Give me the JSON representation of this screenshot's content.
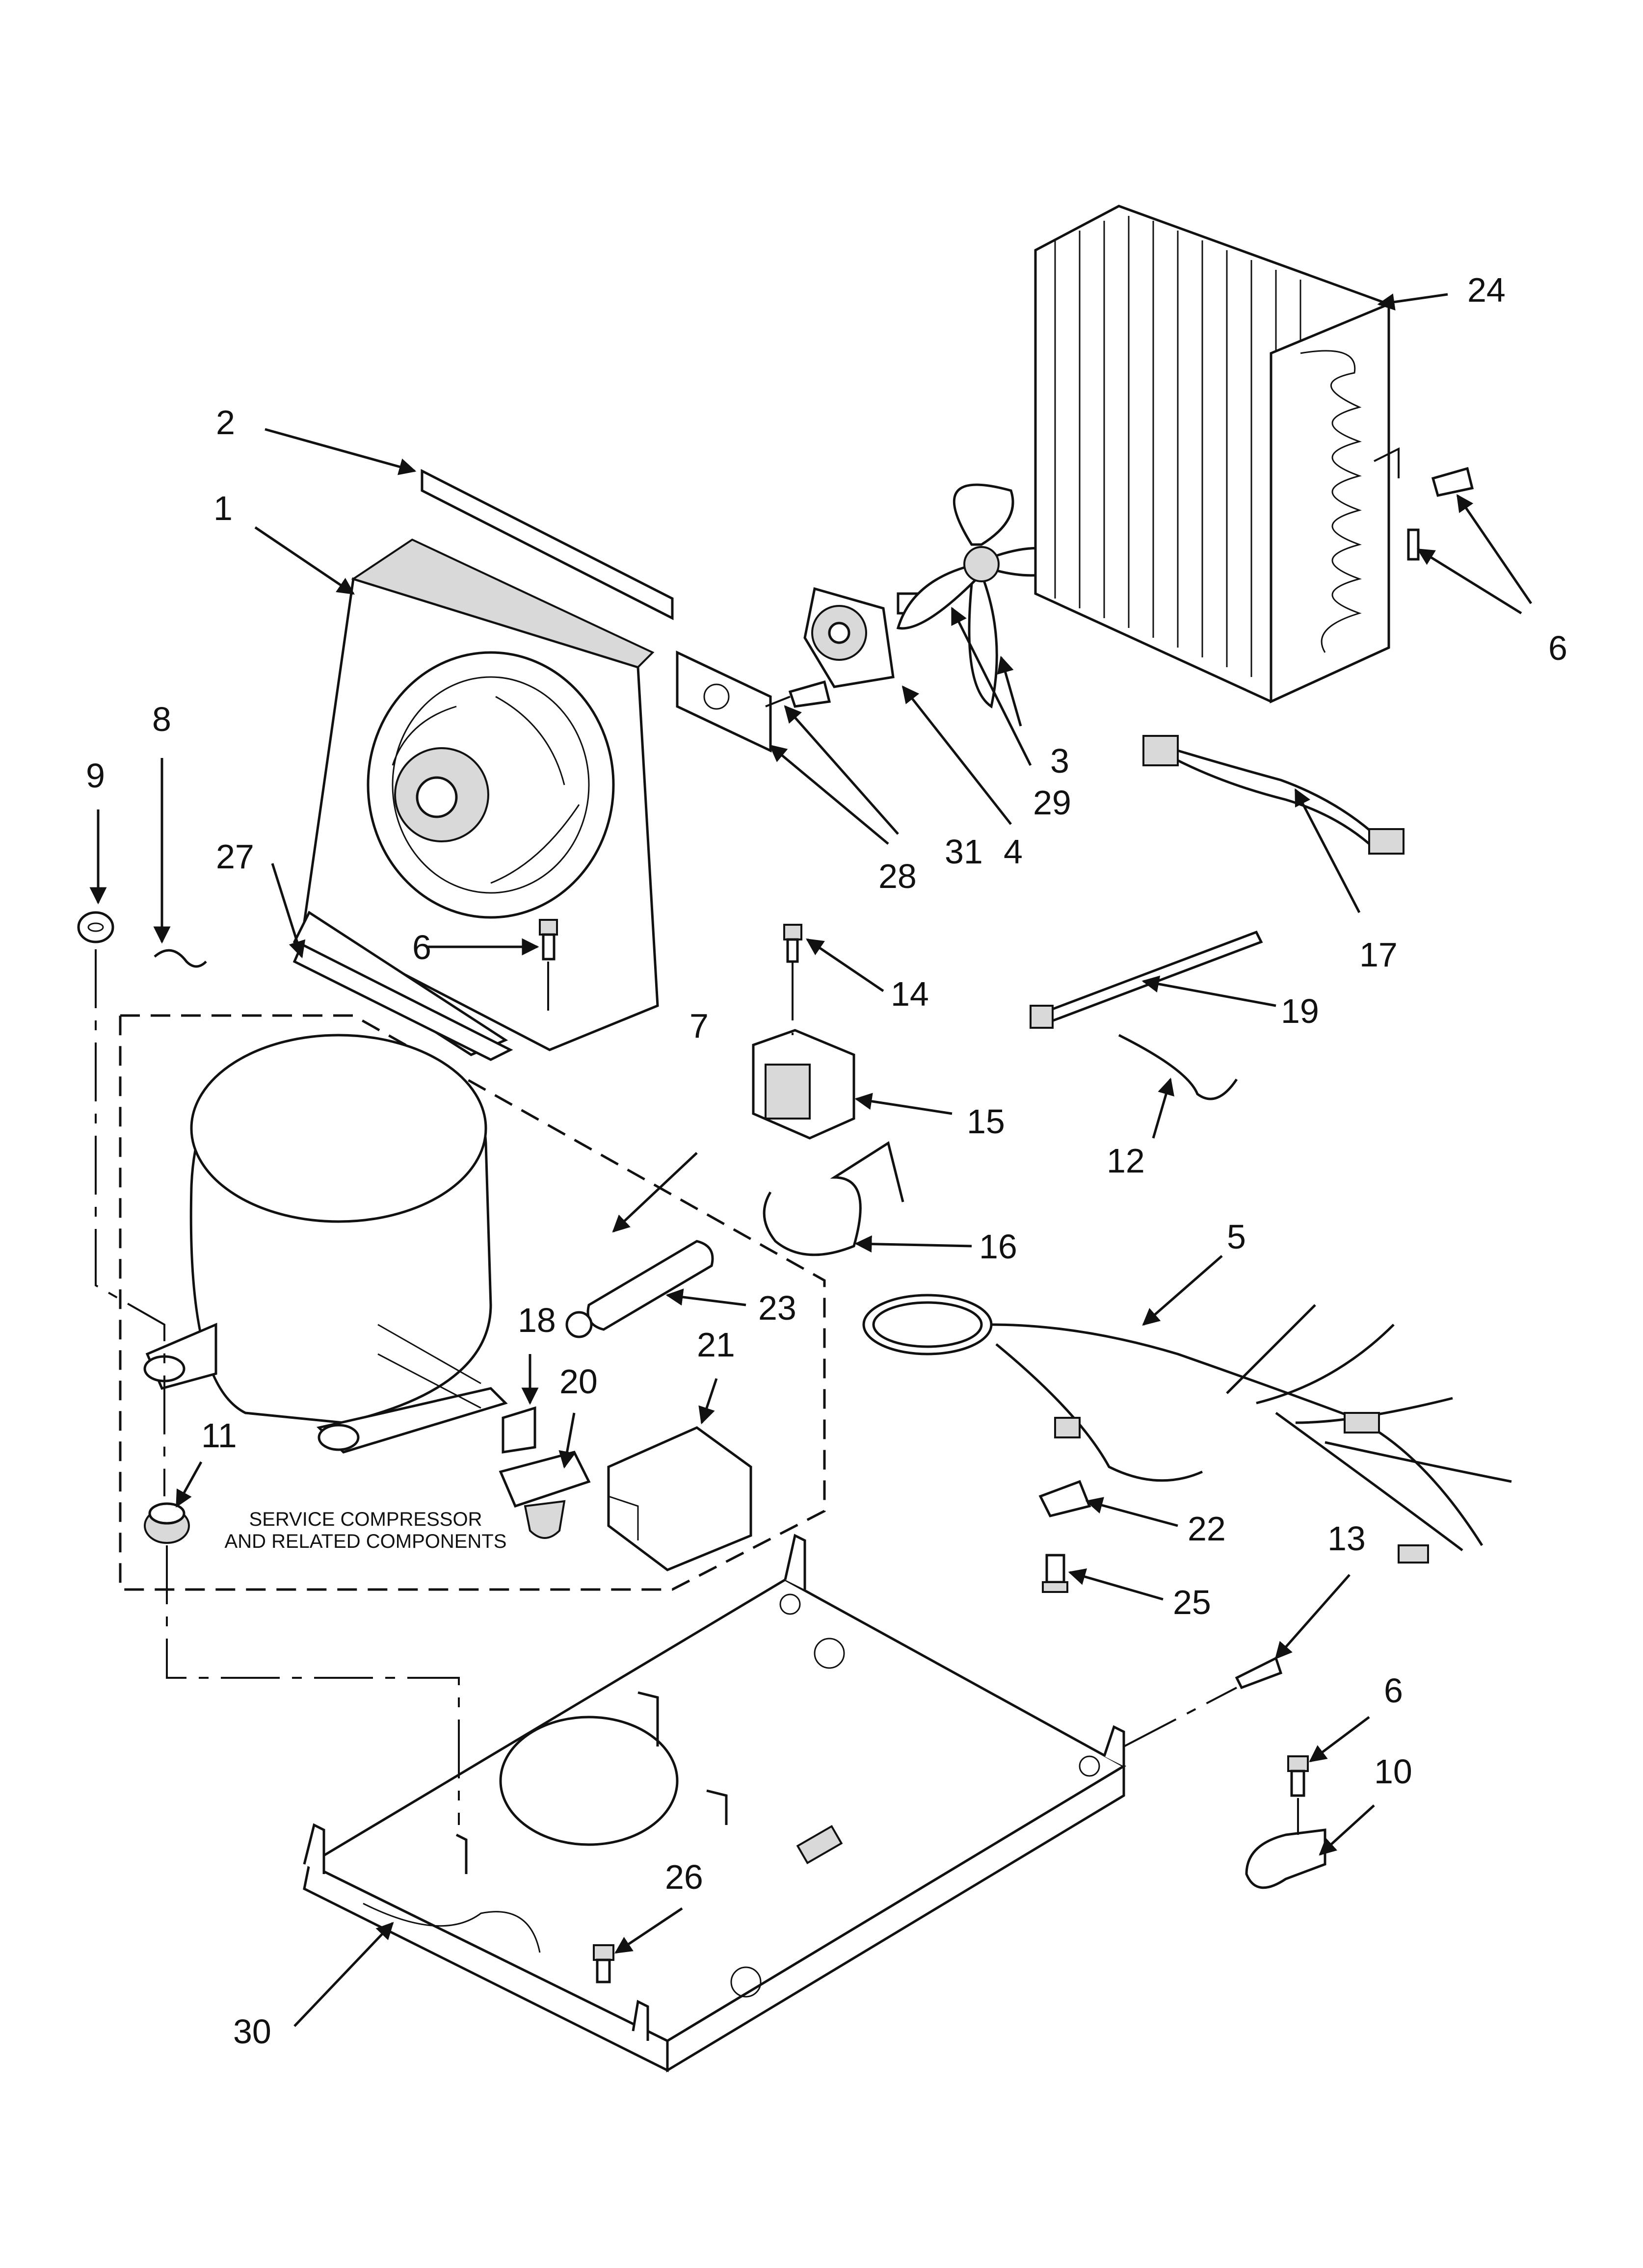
{
  "callouts": {
    "c1": "1",
    "c2": "2",
    "c3": "3",
    "c4": "4",
    "c5": "5",
    "c6a": "6",
    "c6b": "6",
    "c6c": "6",
    "c7": "7",
    "c8": "8",
    "c9": "9",
    "c10": "10",
    "c11": "11",
    "c12": "12",
    "c13": "13",
    "c14": "14",
    "c15": "15",
    "c16": "16",
    "c17": "17",
    "c18": "18",
    "c19": "19",
    "c20": "20",
    "c21": "21",
    "c22": "22",
    "c23": "23",
    "c24": "24",
    "c25": "25",
    "c26": "26",
    "c27": "27",
    "c28": "28",
    "c29": "29",
    "c30": "30",
    "c31": "31"
  },
  "note": {
    "line1": "SERVICE COMPRESSOR",
    "line2": "AND RELATED COMPONENTS"
  }
}
